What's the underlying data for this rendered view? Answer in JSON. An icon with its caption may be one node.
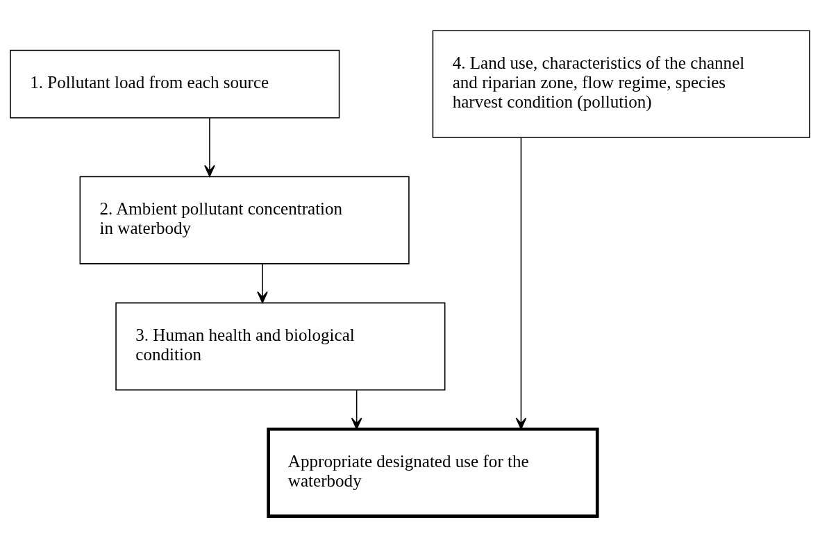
{
  "diagram": {
    "nodes": [
      {
        "text": [
          "1. Pollutant load from each source"
        ]
      },
      {
        "text": [
          "4. Land use, characteristics of the channel and riparian zone, flow regime, species harvest condition (pollution)"
        ]
      },
      {
        "text": [
          "2. Ambient pollutant concentration in waterbody"
        ]
      },
      {
        "text": [
          "3. Human health and biological condition"
        ]
      },
      {
        "text": [
          "Appropriate designated use for the waterbody"
        ]
      }
    ],
    "edges": [
      {
        "from": 0,
        "to": 2,
        "arrow": "to"
      },
      {
        "from": 2,
        "to": 3,
        "arrow": "to"
      },
      {
        "from": 3,
        "to": 4,
        "arrow": "to"
      },
      {
        "from": 1,
        "to": 4,
        "arrow": "to"
      }
    ]
  }
}
